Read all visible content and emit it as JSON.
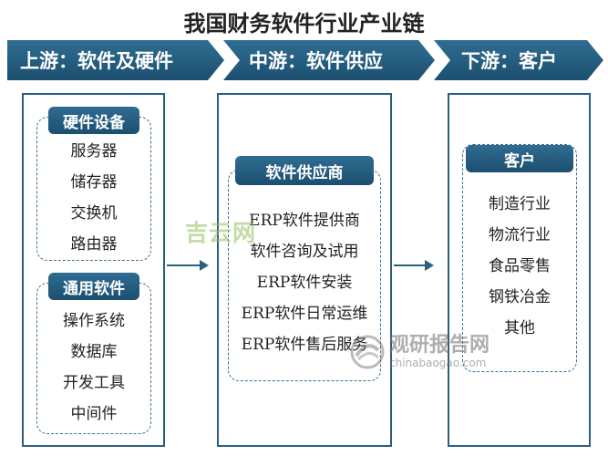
{
  "title": "我国财务软件行业产业链",
  "stages": {
    "upstream": "上游：软件及硬件",
    "midstream": "中游：软件供应",
    "downstream": "下游：客户"
  },
  "upstream": {
    "hardware": {
      "label": "硬件设备",
      "items": [
        "服务器",
        "储存器",
        "交换机",
        "路由器"
      ]
    },
    "software": {
      "label": "通用软件",
      "items": [
        "操作系统",
        "数据库",
        "开发工具",
        "中间件"
      ]
    }
  },
  "midstream": {
    "label": "软件供应商",
    "items": [
      "ERP软件提供商",
      "软件咨询及试用",
      "ERP软件安装",
      "ERP软件日常运维",
      "ERP软件售后服务"
    ]
  },
  "downstream": {
    "label": "客户",
    "items": [
      "制造行业",
      "物流行业",
      "食品零售",
      "钢铁冶金",
      "其他"
    ]
  },
  "watermarks": {
    "left": "吉云网",
    "right_cn": "观研报告网",
    "right_en": "chinabaogao.com"
  },
  "colors": {
    "primary": "#2b5f82",
    "banner": "#1c4f70"
  }
}
